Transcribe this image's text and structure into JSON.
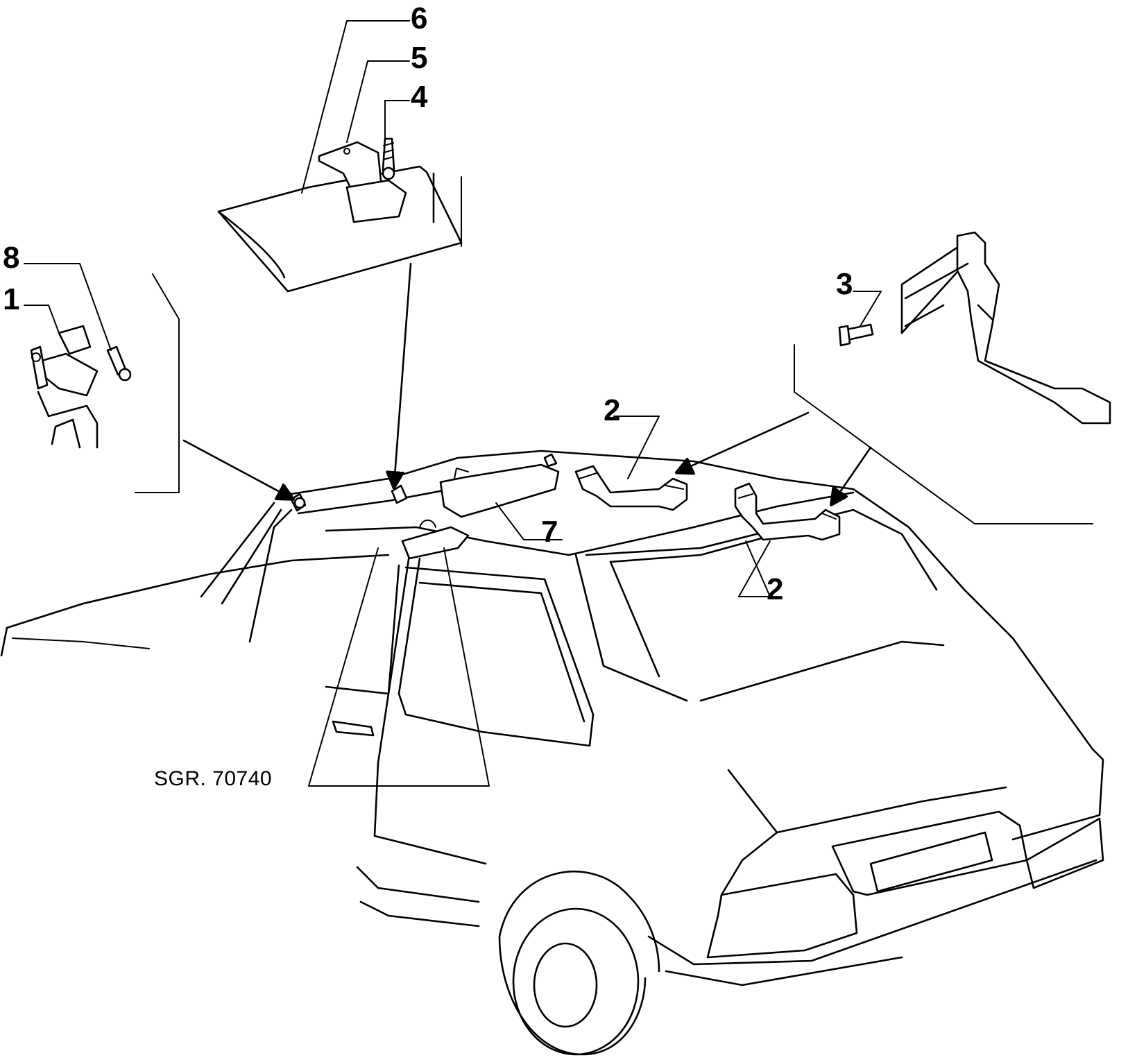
{
  "diagram": {
    "callouts": [
      {
        "id": "c6",
        "label": "6"
      },
      {
        "id": "c5",
        "label": "5"
      },
      {
        "id": "c4",
        "label": "4"
      },
      {
        "id": "c8",
        "label": "8"
      },
      {
        "id": "c1",
        "label": "1"
      },
      {
        "id": "c3",
        "label": "3"
      },
      {
        "id": "c2a",
        "label": "2"
      },
      {
        "id": "c7",
        "label": "7"
      },
      {
        "id": "c2b",
        "label": "2"
      }
    ],
    "reference": "SGR. 70740"
  }
}
